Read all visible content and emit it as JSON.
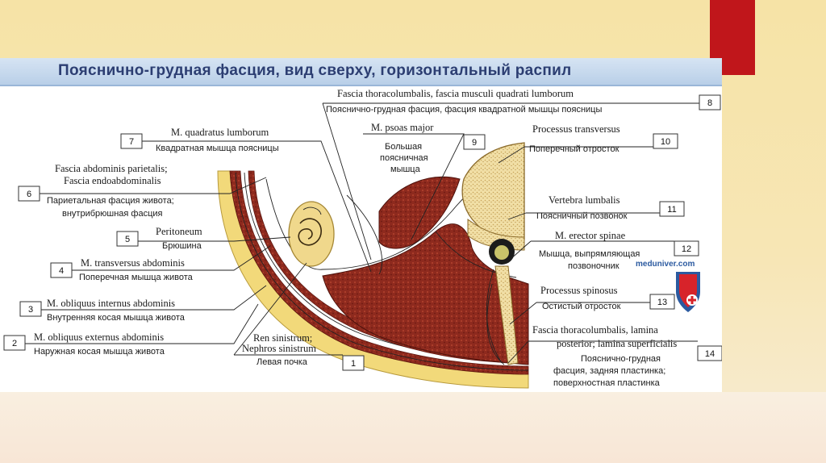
{
  "title": "Пояснично-грудная фасция, вид сверху, горизонтальный распил",
  "watermark": "meduniver.com",
  "labels": [
    {
      "num": "1",
      "lat": [
        "Ren sinistrum;",
        "Nephros sinistrum"
      ],
      "ru": [
        "Левая почка"
      ]
    },
    {
      "num": "2",
      "lat": [
        "M. obliquus externus abdominis"
      ],
      "ru": [
        "Наружная косая мышца живота"
      ]
    },
    {
      "num": "3",
      "lat": [
        "M. obliquus internus abdominis"
      ],
      "ru": [
        "Внутренняя косая мышца живота"
      ]
    },
    {
      "num": "4",
      "lat": [
        "M. transversus abdominis"
      ],
      "ru": [
        "Поперечная мышца живота"
      ]
    },
    {
      "num": "5",
      "lat": [
        "Peritoneum"
      ],
      "ru": [
        "Брюшина"
      ]
    },
    {
      "num": "6",
      "lat": [
        "Fascia abdominis parietalis;",
        "Fascia endoabdominalis"
      ],
      "ru": [
        "Париетальная фасция живота;",
        "внутрибрюшная фасция"
      ]
    },
    {
      "num": "7",
      "lat": [
        "M. quadratus lumborum"
      ],
      "ru": [
        "Квадратная мышца поясницы"
      ]
    },
    {
      "num": "8",
      "lat": [
        "Fascia thoracolumbalis, fascia musculi quadrati lumborum"
      ],
      "ru": [
        "Пояснично-грудная фасция, фасция квадратной мышцы поясницы"
      ]
    },
    {
      "num": "9",
      "lat": [
        "M. psoas major"
      ],
      "ru": [
        "Большая",
        "поясничная",
        "мышца"
      ]
    },
    {
      "num": "10",
      "lat": [
        "Processus transversus"
      ],
      "ru": [
        "Поперечный отросток"
      ]
    },
    {
      "num": "11",
      "lat": [
        "Vertebra lumbalis"
      ],
      "ru": [
        "Поясничный позвонок"
      ]
    },
    {
      "num": "12",
      "lat": [
        "M. erector spinae"
      ],
      "ru": [
        "Мышца, выпрямляющая",
        "позвоночник"
      ]
    },
    {
      "num": "13",
      "lat": [
        "Processus spinosus"
      ],
      "ru": [
        "Остистый отросток"
      ]
    },
    {
      "num": "14",
      "lat": [
        "Fascia thoracolumbalis, lamina",
        "posterior; lamina superficialis"
      ],
      "ru": [
        "Пояснично-грудная",
        "фасция, задняя пластинка;",
        "поверхностная пластинка"
      ]
    }
  ]
}
